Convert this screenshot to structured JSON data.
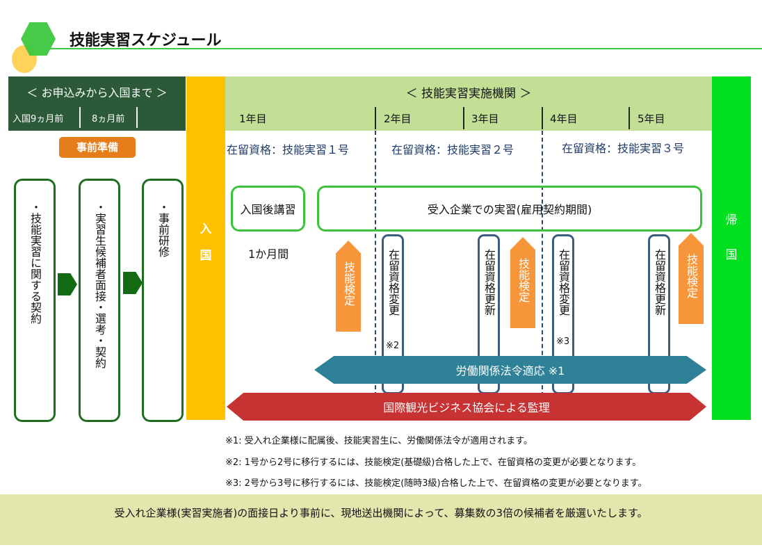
{
  "header": {
    "title": "技能実習スケジュール"
  },
  "pre_entry": {
    "title": "＜ お申込みから入国まで ＞",
    "months": [
      "入国9ヵ月前",
      "8ヵ月前"
    ],
    "prep_label": "事前準備",
    "steps": [
      "・技能実習に関する契約",
      "・実習生候補者面接・選考・契約",
      "・事前研修"
    ]
  },
  "entry_label": [
    "入",
    "国"
  ],
  "return_label": [
    "帰",
    "国"
  ],
  "main": {
    "title": "＜ 技能実習実施機関 ＞",
    "years": [
      "1年目",
      "2年目",
      "3年目",
      "4年目",
      "5年目"
    ],
    "statuses": [
      "在留資格：技能実習１号",
      "在留資格：技能実習２号",
      "在留資格：技能実習３号"
    ],
    "post_entry_training": "入国後講習",
    "post_entry_duration": "1か月間",
    "company_training": "受入企業での実習(雇用契約期間)",
    "skill_test": "技能検定",
    "status_change": "在留資格変更",
    "status_renew": "在留資格更新",
    "note_2": "※2",
    "note_3": "※3",
    "labor_law": "労働関係法令適応 ※1",
    "supervision": "国際観光ビジネス協会による監理"
  },
  "notes": [
    "※1:  受入れ企業様に配属後、技能実習生に、労働関係法令が適用されます。",
    "※2:  1号から2号に移行するには、技能検定(基礎級)合格した上で、在留資格の変更が必要となります。",
    "※3:  2号から3号に移行するには、技能検定(随時3級)合格した上で、在留資格の変更が必要となります。"
  ],
  "footer": {
    "text": "受入れ企業様(実習実施者)の面接日より事前に、現地送出機関によって、募集数の3倍の候補者を厳選いたします。"
  },
  "colors": {
    "pre_header_bg": "#2c5a38",
    "entry": "#ffc000",
    "return": "#00e01f",
    "main_header_bg": "#c3df95",
    "skill_test": "#f7953a",
    "labor_law": "#2f8198",
    "supervision": "#c73333",
    "footer_bg": "#e3e6ad"
  }
}
